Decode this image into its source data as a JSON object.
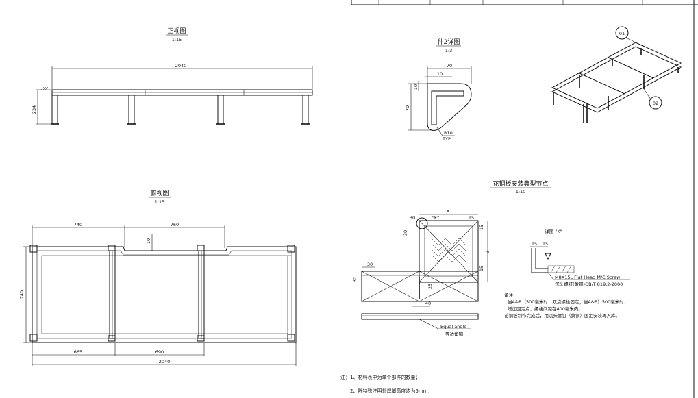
{
  "views": {
    "front": {
      "title": "正视图",
      "scale": "1:15",
      "dim_length": "2040",
      "dim_height": "234"
    },
    "detail2": {
      "title": "件2详图",
      "scale": "1:3",
      "dim_width": "70",
      "dim_thickness": "10",
      "dim_leg": "10",
      "dim_height": "70",
      "radius": "R10",
      "typ": "TYP."
    },
    "top": {
      "title": "俯视图",
      "scale": "1:15",
      "dim_top_left": "740",
      "dim_top_right": "760",
      "dim_gap": "10",
      "dim_side": "740",
      "dim_bottom_left": "665",
      "dim_bottom_mid": "690",
      "dim_total": "2040"
    },
    "node": {
      "title": "花钢板安装典型节点",
      "scale": "1:10",
      "label_a": "A",
      "label_k": "\"K\"",
      "dim_30a": "30",
      "dim_30b": "30",
      "dim_30c": "30",
      "dim_30d": "30",
      "dim_15a": "15",
      "dim_15b": "15",
      "dim_15c": "15",
      "label_b": "B",
      "dim_25": "25",
      "dim_40": "40",
      "equal_angle_en": "Equal angle",
      "equal_angle_cn": "等边角钢"
    },
    "detail_k": {
      "title": "详图 \"K\"",
      "dim_15a": "15",
      "dim_15b": "15",
      "screw_en": "M8X15L Flat Head M/C Screw",
      "screw_cn": "沉头螺钉(黄铜)GB/T 819.2-2000"
    },
    "iso": {
      "callout1": "01",
      "callout2": "02"
    }
  },
  "remarks": {
    "heading": "备注：",
    "line1": "当A&B（500毫米时，双点螺栓固定；当A&B）500毫米时，",
    "line2": "增加固定点，螺栓间距在400毫米内。",
    "line3": "花钢板制作完成后，用沉头螺钉（黄铜）固定安装再入库。"
  },
  "notes": {
    "line1": "注：1、材料表中为单个部件的数量；",
    "line2": "2、除特殊注明外焊脚高度均为5mm；"
  }
}
